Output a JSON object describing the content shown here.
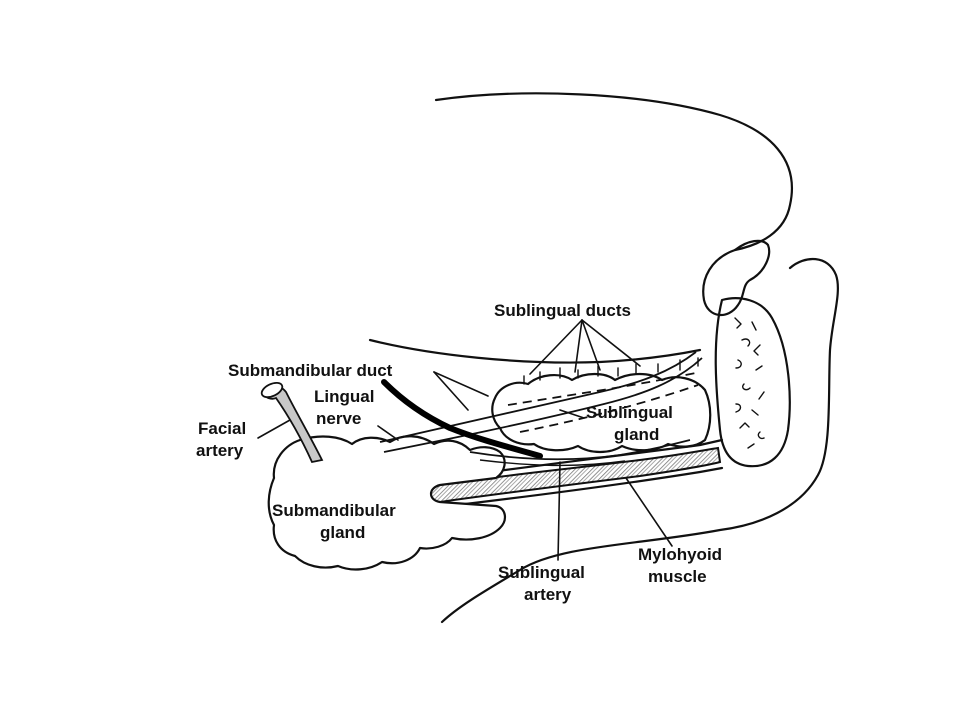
{
  "labels": {
    "sublingual_ducts": "Sublingual ducts",
    "submandibular_duct": "Submandibular duct",
    "lingual_line1": "Lingual",
    "lingual_line2": "nerve",
    "facial_line1": "Facial",
    "facial_line2": "artery",
    "sublingual_gland_line1": "Sublingual",
    "sublingual_gland_line2": "gland",
    "submandibular_gland_line1": "Submandibular",
    "submandibular_gland_line2": "gland",
    "mylohyoid_line1": "Mylohyoid",
    "mylohyoid_line2": "muscle",
    "sublingual_artery_line1": "Sublingual",
    "sublingual_artery_line2": "artery"
  },
  "colors": {
    "ink": "#111111",
    "nerve": "#000000",
    "artery_fill": "#c8c8c8",
    "gland_fill": "#ffffff",
    "muscle_hatch": "#888888"
  }
}
